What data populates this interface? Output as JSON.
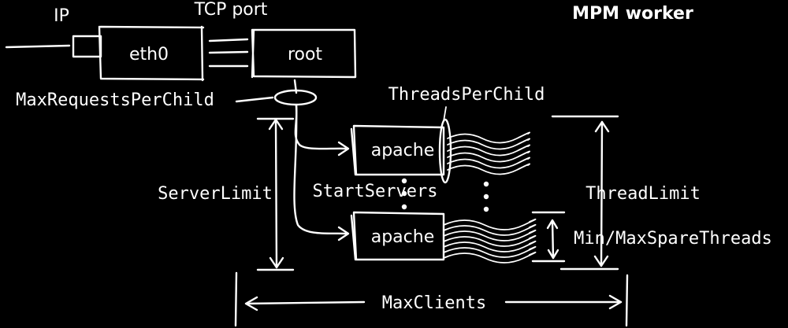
{
  "title": "MPM worker",
  "labels": {
    "ip": "IP",
    "tcp_port": "TCP port",
    "interface": "eth0",
    "root_process": "root",
    "max_requests_per_child": "MaxRequestsPerChild",
    "threads_per_child": "ThreadsPerChild",
    "child_top": "apache",
    "child_bottom": "apache",
    "server_limit": "ServerLimit",
    "start_servers": "StartServers",
    "thread_limit": "ThreadLimit",
    "min_max_spare_threads": "Min/MaxSpareThreads",
    "max_clients": "MaxClients"
  },
  "colors": {
    "background": "#000000",
    "foreground": "#ffffff"
  }
}
